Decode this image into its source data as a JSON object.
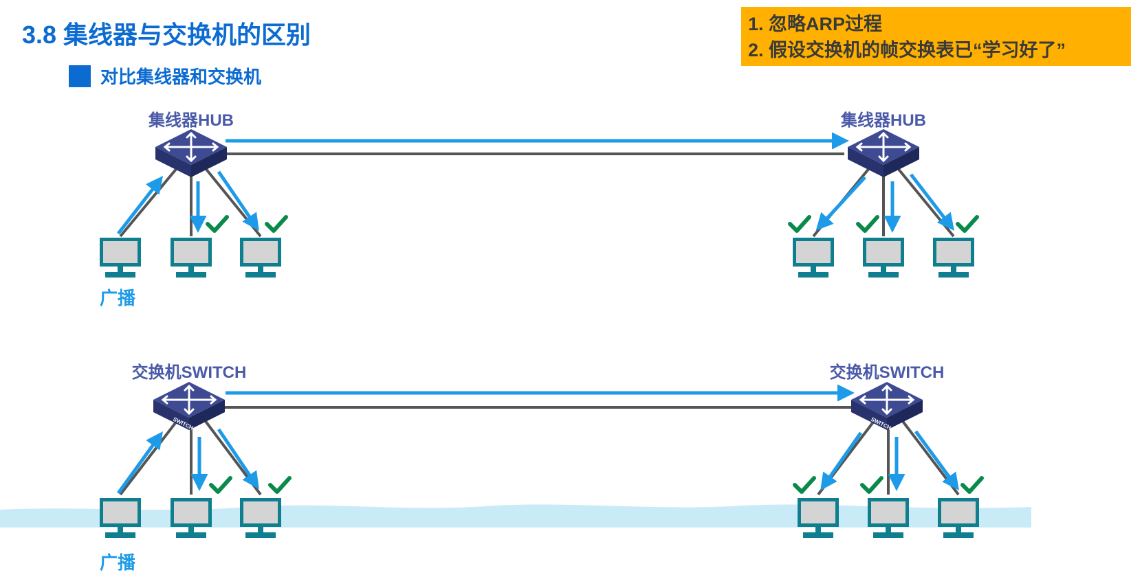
{
  "slide": {
    "title": "3.8 集线器与交换机的区别",
    "subtitle": "对比集线器和交换机"
  },
  "notes": [
    "1. 忽略ARP过程",
    "2. 假设交换机的帧交换表已“学习好了”"
  ],
  "hub_row": {
    "left_device_label": "集线器HUB",
    "right_device_label": "集线器HUB",
    "broadcast_label": "广播"
  },
  "switch_row": {
    "left_device_label": "交换机SWITCH",
    "right_device_label": "交换机SWITCH",
    "broadcast_label": "广播",
    "device_badge": "SWITCH"
  },
  "colors": {
    "accent": "#0b6bd1",
    "arrow": "#1e9be8",
    "check": "#0a8a4a",
    "note_bg": "#ffb000",
    "device": "#3e4a92"
  }
}
